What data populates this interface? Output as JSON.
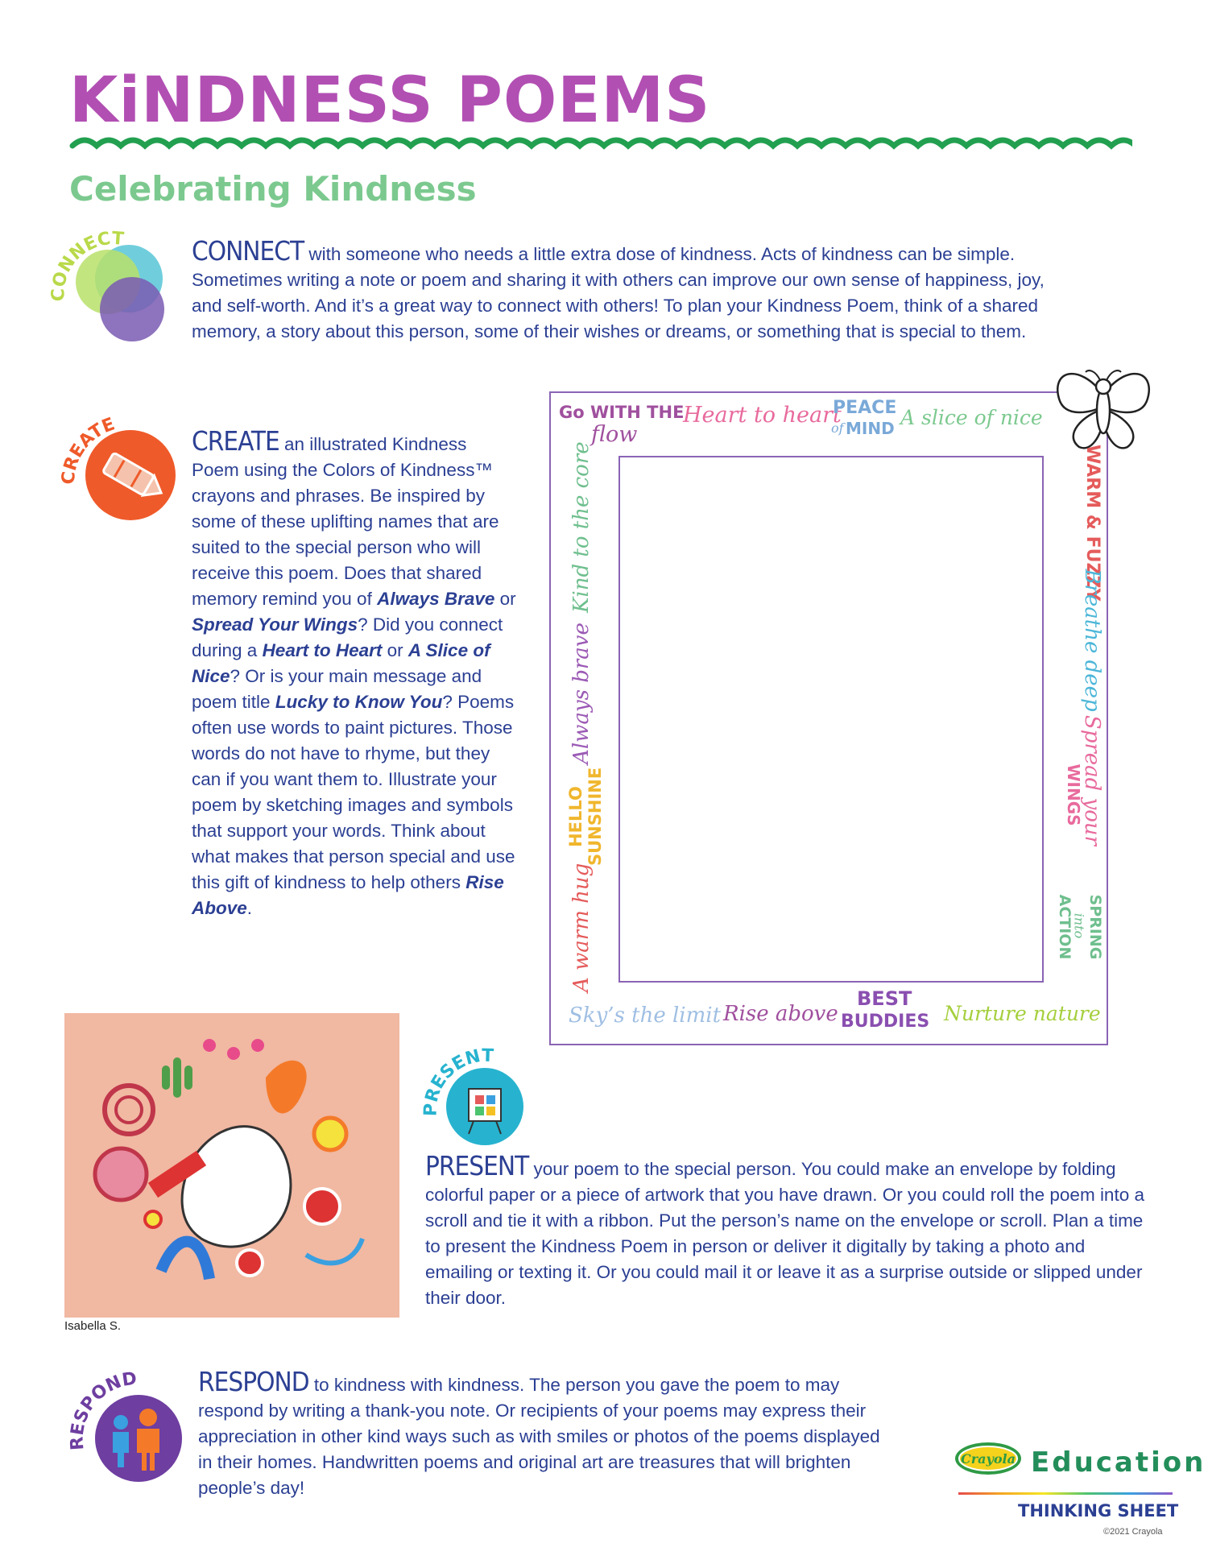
{
  "header": {
    "title": "KiNDNESS POEMS",
    "subtitle": "Celebrating Kindness"
  },
  "icons": {
    "connect_label": "CONNECT",
    "create_label": "CREATE",
    "present_label": "PRESENT",
    "respond_label": "RESPOND"
  },
  "connect": {
    "keyword": "CONNECT",
    "text": "with someone who needs a little extra dose of kindness. Acts of kindness can be simple. Sometimes writing a note or poem and sharing it with others can improve our own sense of happiness, joy, and self-worth. And it’s a great way to connect with others! To plan your Kindness Poem, think of a shared memory, a story about this person, some of their wishes or dreams, or something that is special to them."
  },
  "create": {
    "keyword": "CREATE",
    "t1": "an illustrated Kindness Poem using the Colors of Kindness™ crayons and phrases. Be inspired by some of these uplifting names that are suited to the special person who will receive this poem. Does that shared memory remind you of ",
    "b1": "Always Brave",
    "t2": " or ",
    "b2": "Spread Your Wings",
    "t3": "?  Did you connect during a ",
    "b3": "Heart to Heart",
    "t4": " or ",
    "b4": "A Slice of Nice",
    "t5": "?  Or is your main message and poem title ",
    "b5": "Lucky to Know You",
    "t6": "?  Poems often use words to paint pictures. Those words do not have to rhyme, but they can if you want them to. Illustrate your poem by sketching images and symbols that support your words. Think about what makes that person special and use this gift of kindness to help others ",
    "b6": "Rise Above",
    "t7": "."
  },
  "frame_phrases": {
    "go_with_the": "Go WITH THE",
    "flow": "flow",
    "heart_to_heart": "Heart to heart",
    "peace": "PEACE",
    "of_mind_of": "of",
    "of_mind_mind": "MIND",
    "slice_of_nice": "A slice of nice",
    "warm_fuzzy": "WARM & FUZZY",
    "breathe_deep": "Breathe deep",
    "spread_your": "Spread your",
    "wings": "WINGS",
    "spring": "SPRING",
    "into": "into",
    "action": "ACTION",
    "kind_to_the_core": "Kind to the core",
    "always_brave": "Always brave",
    "hello": "HELLO",
    "sunshine": "SUNSHINE",
    "a_warm_hug": "A warm hug",
    "skys_the_limit": "Sky’s the limit",
    "rise_above": "Rise above",
    "best": "BEST",
    "buddies": "BUDDIES",
    "nurture_nature": "Nurture nature"
  },
  "artwork": {
    "caption": "Isabella S."
  },
  "present": {
    "keyword": "PRESENT",
    "text": "your poem to the special person. You could make an envelope by folding colorful paper or a piece of artwork that you have drawn. Or you could roll the poem into a scroll and tie it with a ribbon. Put the person’s name on the envelope or scroll. Plan a time to present the Kindness Poem in person or deliver it digitally by taking a photo and emailing or texting it.  Or you could mail it or leave it as a surprise outside or slipped under their door."
  },
  "respond": {
    "keyword": "RESPOND",
    "text": "to kindness with kindness. The person you gave the poem to may respond by writing a thank-you note. Or recipients of your poems may express their appreciation in other kind ways such as with smiles or photos of the poems displayed in their homes. Handwritten poems and original art are treasures that will brighten people’s day!"
  },
  "footer": {
    "brand_badge": "Crayola",
    "education": "Education",
    "thinking_sheet": "THINKING SHEET",
    "copyright": "©2021 Crayola"
  },
  "colors": {
    "title": "#b24fb3",
    "subtitle": "#7cc98f",
    "body_text": "#2b3f93",
    "wave": "#22a050",
    "frame": "#8a64b5",
    "create_orange": "#ef5a2a",
    "present_teal": "#27b3cf",
    "respond_purple": "#6e3ea0",
    "education_green": "#238e5a"
  }
}
